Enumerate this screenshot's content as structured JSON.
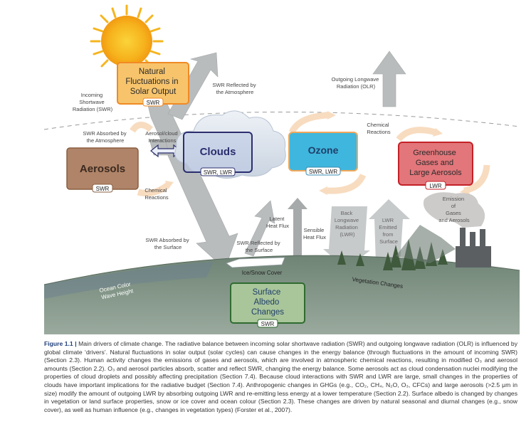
{
  "diagram": {
    "solar_box": {
      "lines": [
        "Natural",
        "Fluctuations in",
        "Solar Output"
      ],
      "tag": "SWR"
    },
    "clouds_box": {
      "title": "Clouds",
      "tag": "SWR, LWR"
    },
    "ozone_box": {
      "title": "Ozone",
      "tag": "SWR, LWR"
    },
    "ghg_box": {
      "lines": [
        "Greenhouse",
        "Gases and",
        "Large Aerosols"
      ],
      "tag": "LWR"
    },
    "aerosols_box": {
      "title": "Aerosols",
      "tag": "SWR"
    },
    "albedo_box": {
      "lines": [
        "Surface",
        "Albedo",
        "Changes"
      ],
      "tag": "SWR"
    },
    "labels": {
      "incoming_swr": [
        "Incoming",
        "Shortwave",
        "Radiation (SWR)"
      ],
      "swr_reflected_atm": [
        "SWR Reflected by",
        "the Atmosphere"
      ],
      "olr": [
        "Outgoing Longwave",
        "Radiation (OLR)"
      ],
      "swr_absorbed_atm": [
        "SWR Absorbed by",
        "the Atmosphere"
      ],
      "aerosol_cloud": [
        "Aerosol/cloud",
        "Interactions"
      ],
      "chem_reactions_top": [
        "Chemical",
        "Reactions"
      ],
      "chem_reactions_left": [
        "Chemical",
        "Reactions"
      ],
      "latent_heat": [
        "Latent",
        "Heat Flux"
      ],
      "sensible_heat": [
        "Sensible",
        "Heat Flux"
      ],
      "back_lwr": [
        "Back",
        "Longwave",
        "Radiation",
        "(LWR)"
      ],
      "lwr_emitted": [
        "LWR",
        "Emitted",
        "from",
        "Surface"
      ],
      "emission": [
        "Emission",
        "of",
        "Gases",
        "and Aerosols"
      ],
      "swr_absorbed_surface": [
        "SWR Absorbed by",
        "the Surface"
      ],
      "swr_reflected_surface": [
        "SWR Reflected by",
        "the Surface"
      ],
      "ice_snow": "Ice/Snow Cover",
      "ocean_color": [
        "Ocean Color",
        "Wave Height"
      ],
      "vegetation": "Vegetation Changes"
    }
  },
  "caption": {
    "label": "Figure 1.1 |",
    "text": "Main drivers of climate change. The radiative balance between incoming solar shortwave radiation (SWR) and outgoing longwave radiation (OLR) is influenced by global climate ‘drivers’. Natural fluctuations in solar output (solar cycles) can cause changes in the energy balance (through fluctuations in the amount of incoming SWR) (Section 2.3). Human activity changes the emissions of gases and aerosols, which are involved in atmospheric chemical reactions, resulting in modified O₃ and aerosol amounts (Section 2.2). O₃ and aerosol particles absorb, scatter and reflect SWR, changing the energy balance. Some aerosols act as cloud condensation nuclei modifying the properties of cloud droplets and possibly affecting precipitation (Section 7.4). Because cloud interactions with SWR and LWR are large, small changes in the properties of clouds have important implications for the radiative budget (Section 7.4). Anthropogenic changes in GHGs (e.g., CO₂, CH₄, N₂O, O₃, CFCs) and large aerosols (>2.5 μm in size) modify the amount of outgoing LWR by absorbing outgoing LWR and re-emitting less energy at a lower temperature (Section 2.2). Surface albedo is changed by changes in vegetation or land surface properties, snow or ice cover and ocean colour (Section 2.3). These changes are driven by natural seasonal and diurnal changes (e.g., snow cover), as well as human influence (e.g., changes in vegetation types) (Forster et al., 2007)."
  },
  "colors": {
    "solar_fill": "#f7c46c",
    "solar_stroke": "#f08a24",
    "clouds_stroke": "#2b2f6e",
    "ozone_fill": "#3fb6dd",
    "ghg_fill": "#e2767a",
    "ghg_stroke": "#c42127",
    "aerosols_fill": "#b08468",
    "albedo_fill": "#a9c59a",
    "albedo_stroke": "#2f6b2f",
    "arrow_grey": "#b9bcbd",
    "ground": "#8a9a8e"
  }
}
